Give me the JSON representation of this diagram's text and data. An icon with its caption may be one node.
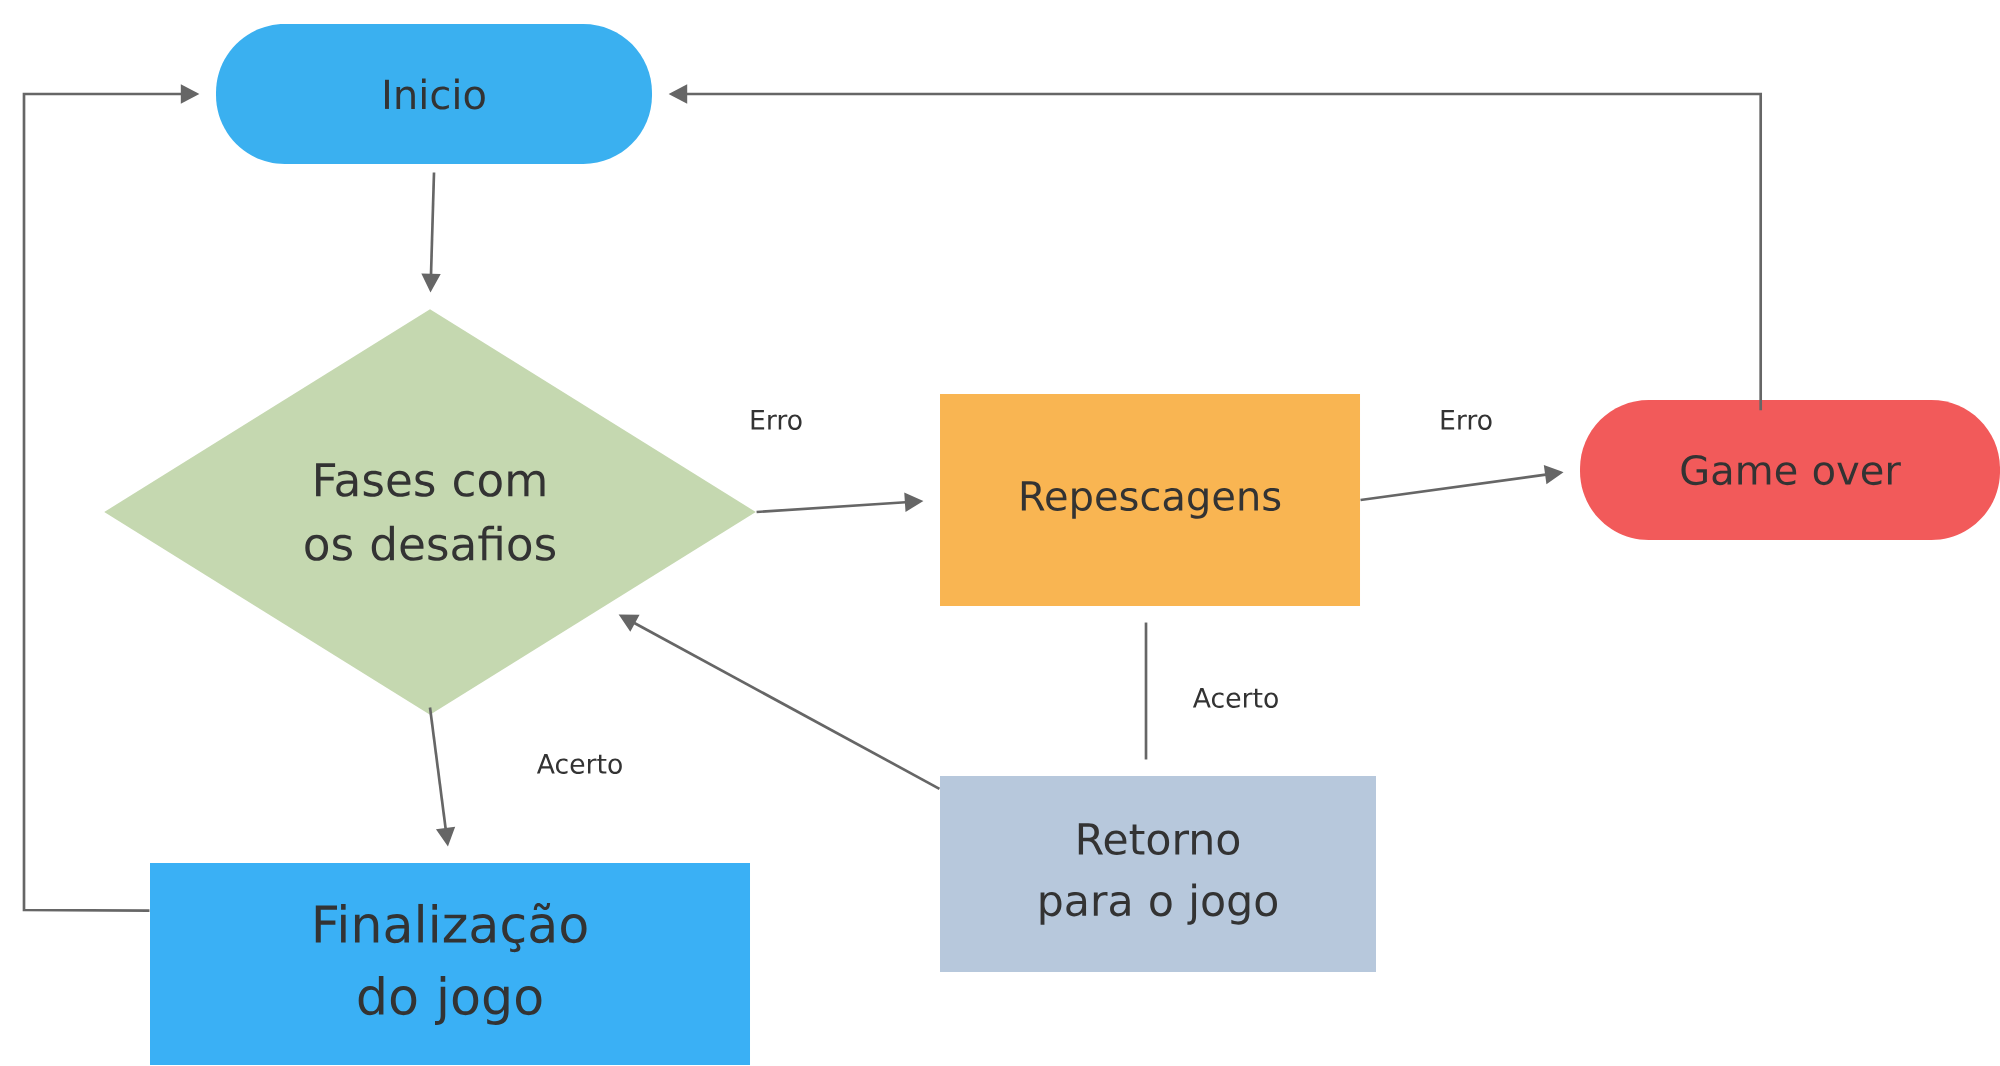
{
  "diagram": {
    "nodes": [
      {
        "text": [
          "Inicio"
        ]
      },
      {
        "text": [
          "Fases com os desafios"
        ]
      },
      {
        "text": [
          "Repescagens"
        ]
      },
      {
        "text": [
          "Game over"
        ]
      },
      {
        "text": [
          "Finalização do jogo"
        ]
      },
      {
        "text": [
          "Retorno para o jogo"
        ]
      }
    ],
    "edges": [
      {
        "from": 0,
        "to": 1,
        "arrow": "to"
      },
      {
        "from": 1,
        "to": 2,
        "arrow": "to",
        "label": "Erro"
      },
      {
        "from": 2,
        "to": 3,
        "arrow": "to",
        "label": "Erro"
      },
      {
        "from": 3,
        "to": 0,
        "arrow": "to"
      },
      {
        "from": 1,
        "to": 4,
        "arrow": "to",
        "label": "Acerto"
      },
      {
        "from": 4,
        "to": 0,
        "arrow": "to"
      },
      {
        "from": 2,
        "to": 5,
        "arrow": "none",
        "label": "Acerto"
      },
      {
        "from": 5,
        "to": 1,
        "arrow": "to"
      }
    ]
  }
}
